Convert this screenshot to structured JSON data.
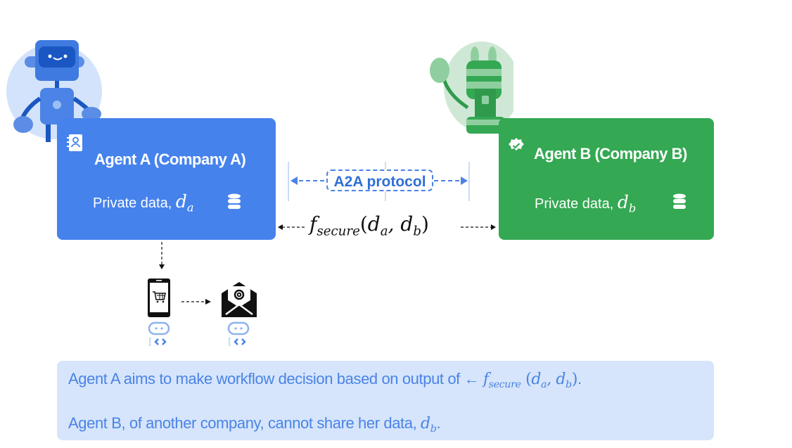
{
  "agent_a": {
    "title": "Agent A (Company A)",
    "private_label": "Private data,",
    "var": "d",
    "sub": "a"
  },
  "agent_b": {
    "title": "Agent B (Company B)",
    "private_label": "Private data,",
    "var": "d",
    "sub": "b"
  },
  "protocol": {
    "label": "A2A protocol"
  },
  "formula": {
    "f": "f",
    "sub": "secure",
    "open": "(",
    "d1": "d",
    "s1": "a",
    "comma": ",",
    "d2": "d",
    "s2": "b",
    "close": ")"
  },
  "caption": {
    "line1_text": "Agent A aims to make workflow decision based on output of ←",
    "line2_text": "Agent B, of another company, cannot share her data,",
    "line2_end": "."
  },
  "colors": {
    "agent_a": "#4582ec",
    "agent_b": "#34a853",
    "caption_bg": "#d6e5fb",
    "caption_text": "#4a83e6"
  }
}
